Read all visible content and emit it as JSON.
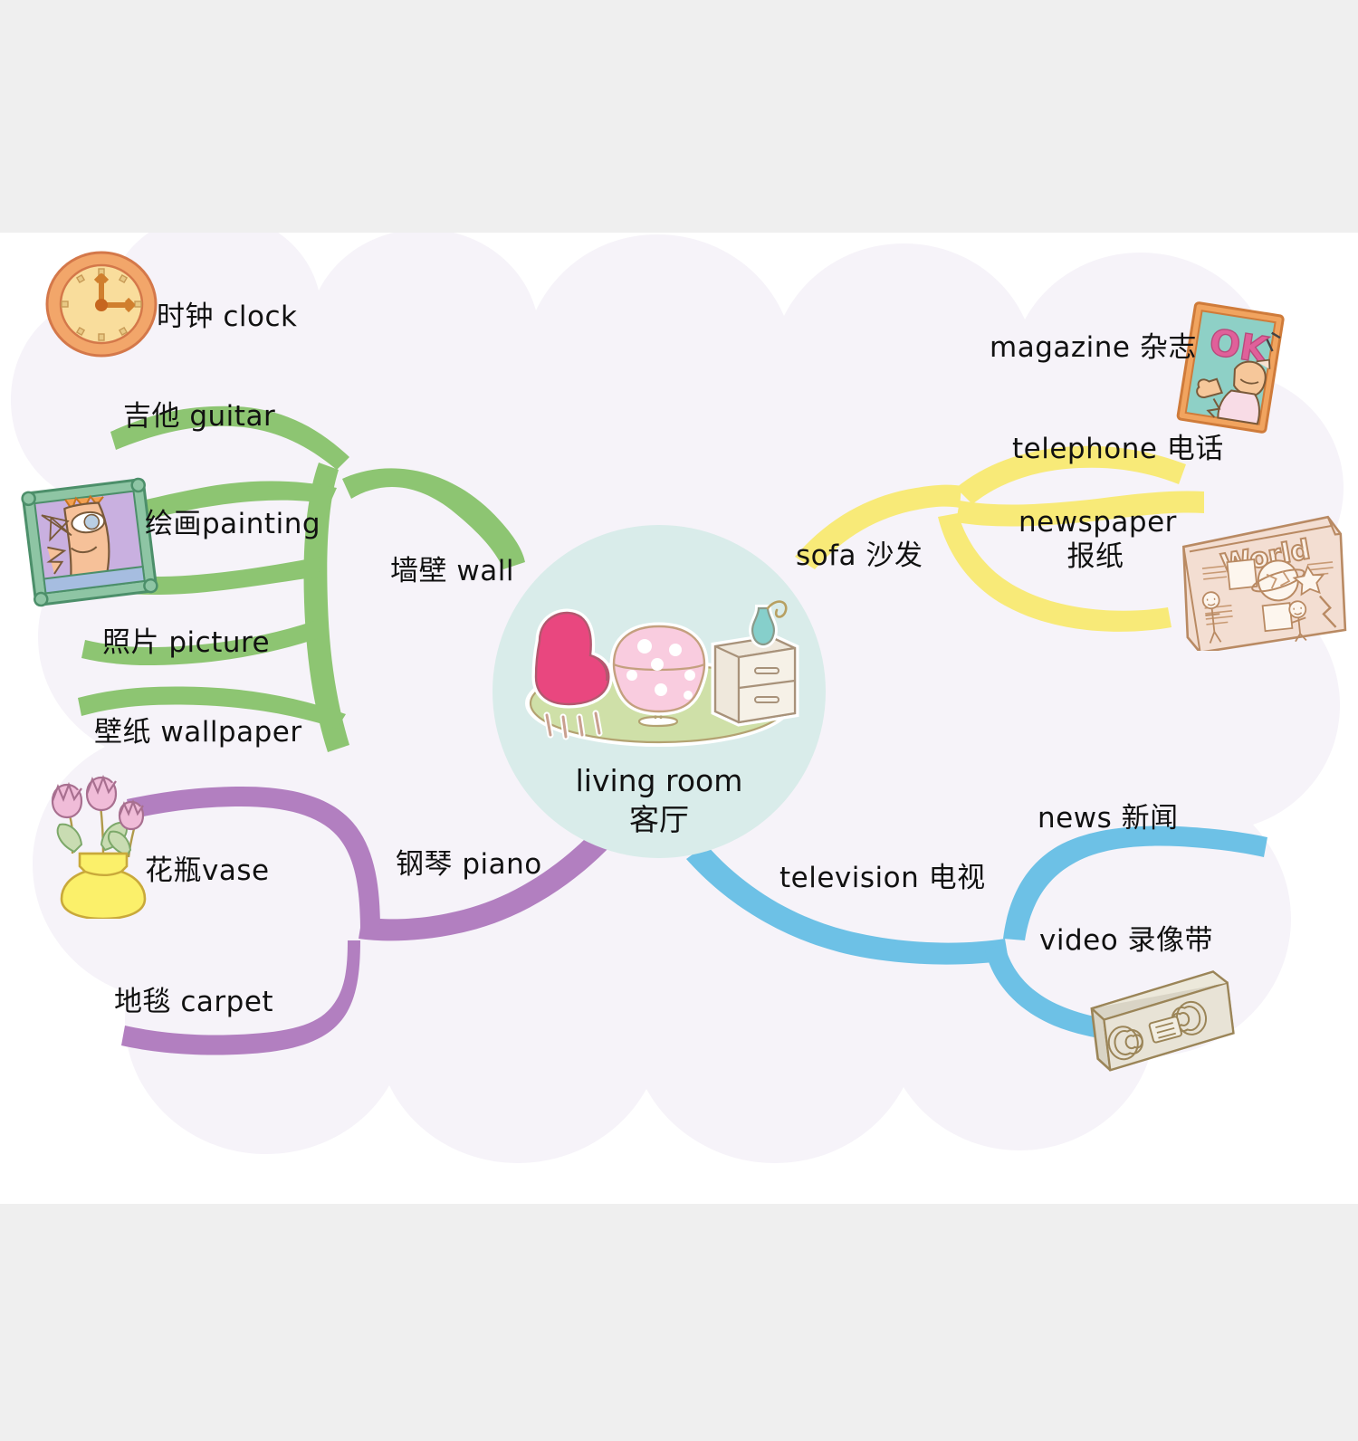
{
  "title": "living room mind map",
  "center": {
    "label_en": "living room",
    "label_cn": "客厅",
    "bg_color": "#d9ecea",
    "illustration": "living-room-scene"
  },
  "branches": [
    {
      "id": "wall",
      "label": "墙壁 wall",
      "color": "#8cc63f",
      "color_hex": "#8dc572",
      "side": "left-top",
      "children": [
        {
          "id": "clock",
          "label": "时钟 clock",
          "illustration": "clock-icon"
        },
        {
          "id": "guitar",
          "label": "吉他 guitar",
          "illustration": null
        },
        {
          "id": "painting",
          "label": "绘画painting",
          "illustration": "framed-painting-icon"
        },
        {
          "id": "picture",
          "label": "照片 picture",
          "illustration": null
        },
        {
          "id": "wallpaper",
          "label": "壁纸 wallpaper",
          "illustration": null
        }
      ]
    },
    {
      "id": "sofa",
      "label": "sofa 沙发",
      "color": "#f7e96b",
      "color_hex": "#f8ea78",
      "side": "right-top",
      "children": [
        {
          "id": "magazine",
          "label": "magazine 杂志",
          "illustration": "magazine-ok-icon"
        },
        {
          "id": "telephone",
          "label": "telephone 电话",
          "illustration": null
        },
        {
          "id": "newspaper",
          "label_line1": "newspaper",
          "label_line2": "报纸",
          "label": "newspaper 报纸",
          "illustration": "newspaper-world-icon"
        }
      ]
    },
    {
      "id": "piano",
      "label": "钢琴 piano",
      "color": "#b782bf",
      "color_hex": "#b27fc0",
      "side": "left-bottom",
      "children": [
        {
          "id": "vase",
          "label": "花瓶vase",
          "illustration": "flower-vase-icon"
        },
        {
          "id": "carpet",
          "label": "地毯 carpet",
          "illustration": null
        }
      ]
    },
    {
      "id": "television",
      "label": "television 电视",
      "color": "#6cc0e5",
      "color_hex": "#6dc1e6",
      "side": "right-bottom",
      "children": [
        {
          "id": "news",
          "label": "news 新闻",
          "illustration": null
        },
        {
          "id": "video",
          "label": "video 录像带",
          "illustration": "vhs-cassette-icon"
        }
      ]
    }
  ],
  "illustration_text": {
    "magazine_cover": "OK",
    "newspaper_headline": "World"
  },
  "palette": {
    "page_band": "#efefef",
    "canvas": "#ffffff",
    "cloud": "#f6f3f9",
    "text": "#111111",
    "green": "#8dc572",
    "yellow": "#f8ea78",
    "purple": "#b27fc0",
    "blue": "#6dc1e6",
    "center_circle": "#d9ecea"
  }
}
